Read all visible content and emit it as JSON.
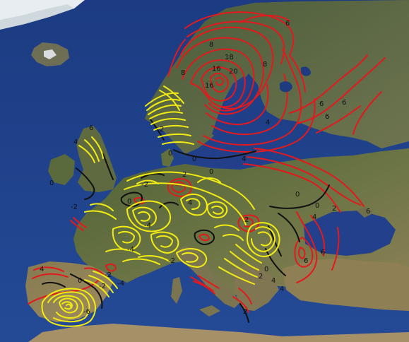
{
  "colors": {
    "sea": "#1d3d86",
    "sea_light": "#2b5aa8",
    "land_green": "#5a6b3a",
    "land_brown": "#8a7a55",
    "ice": "#eef2f5",
    "positive_contour": "#e3191c",
    "zero_contour": "#111111",
    "negative_contour": "#f2ec12"
  },
  "contour_labels": {
    "scandinavia": [
      "8",
      "8",
      "16",
      "16",
      "18",
      "20",
      "8",
      "4",
      "6",
      "6",
      "6",
      "6"
    ],
    "baltic": [
      "0",
      "0",
      "2",
      "4"
    ],
    "british_isles": [
      "6",
      "4",
      "0",
      "-2"
    ],
    "central": [
      "-2",
      "0",
      "2",
      "-4",
      "4",
      "-4",
      "-2",
      "0",
      "-2"
    ],
    "balkans": [
      "2",
      "0",
      "2",
      "4",
      "6",
      "2",
      "4"
    ],
    "iberia": [
      "4",
      "-6",
      "-2",
      "0",
      "-4"
    ],
    "east": [
      "0",
      "0",
      "2",
      "4",
      "6",
      "6"
    ]
  },
  "icons": [
    "contour-map"
  ]
}
